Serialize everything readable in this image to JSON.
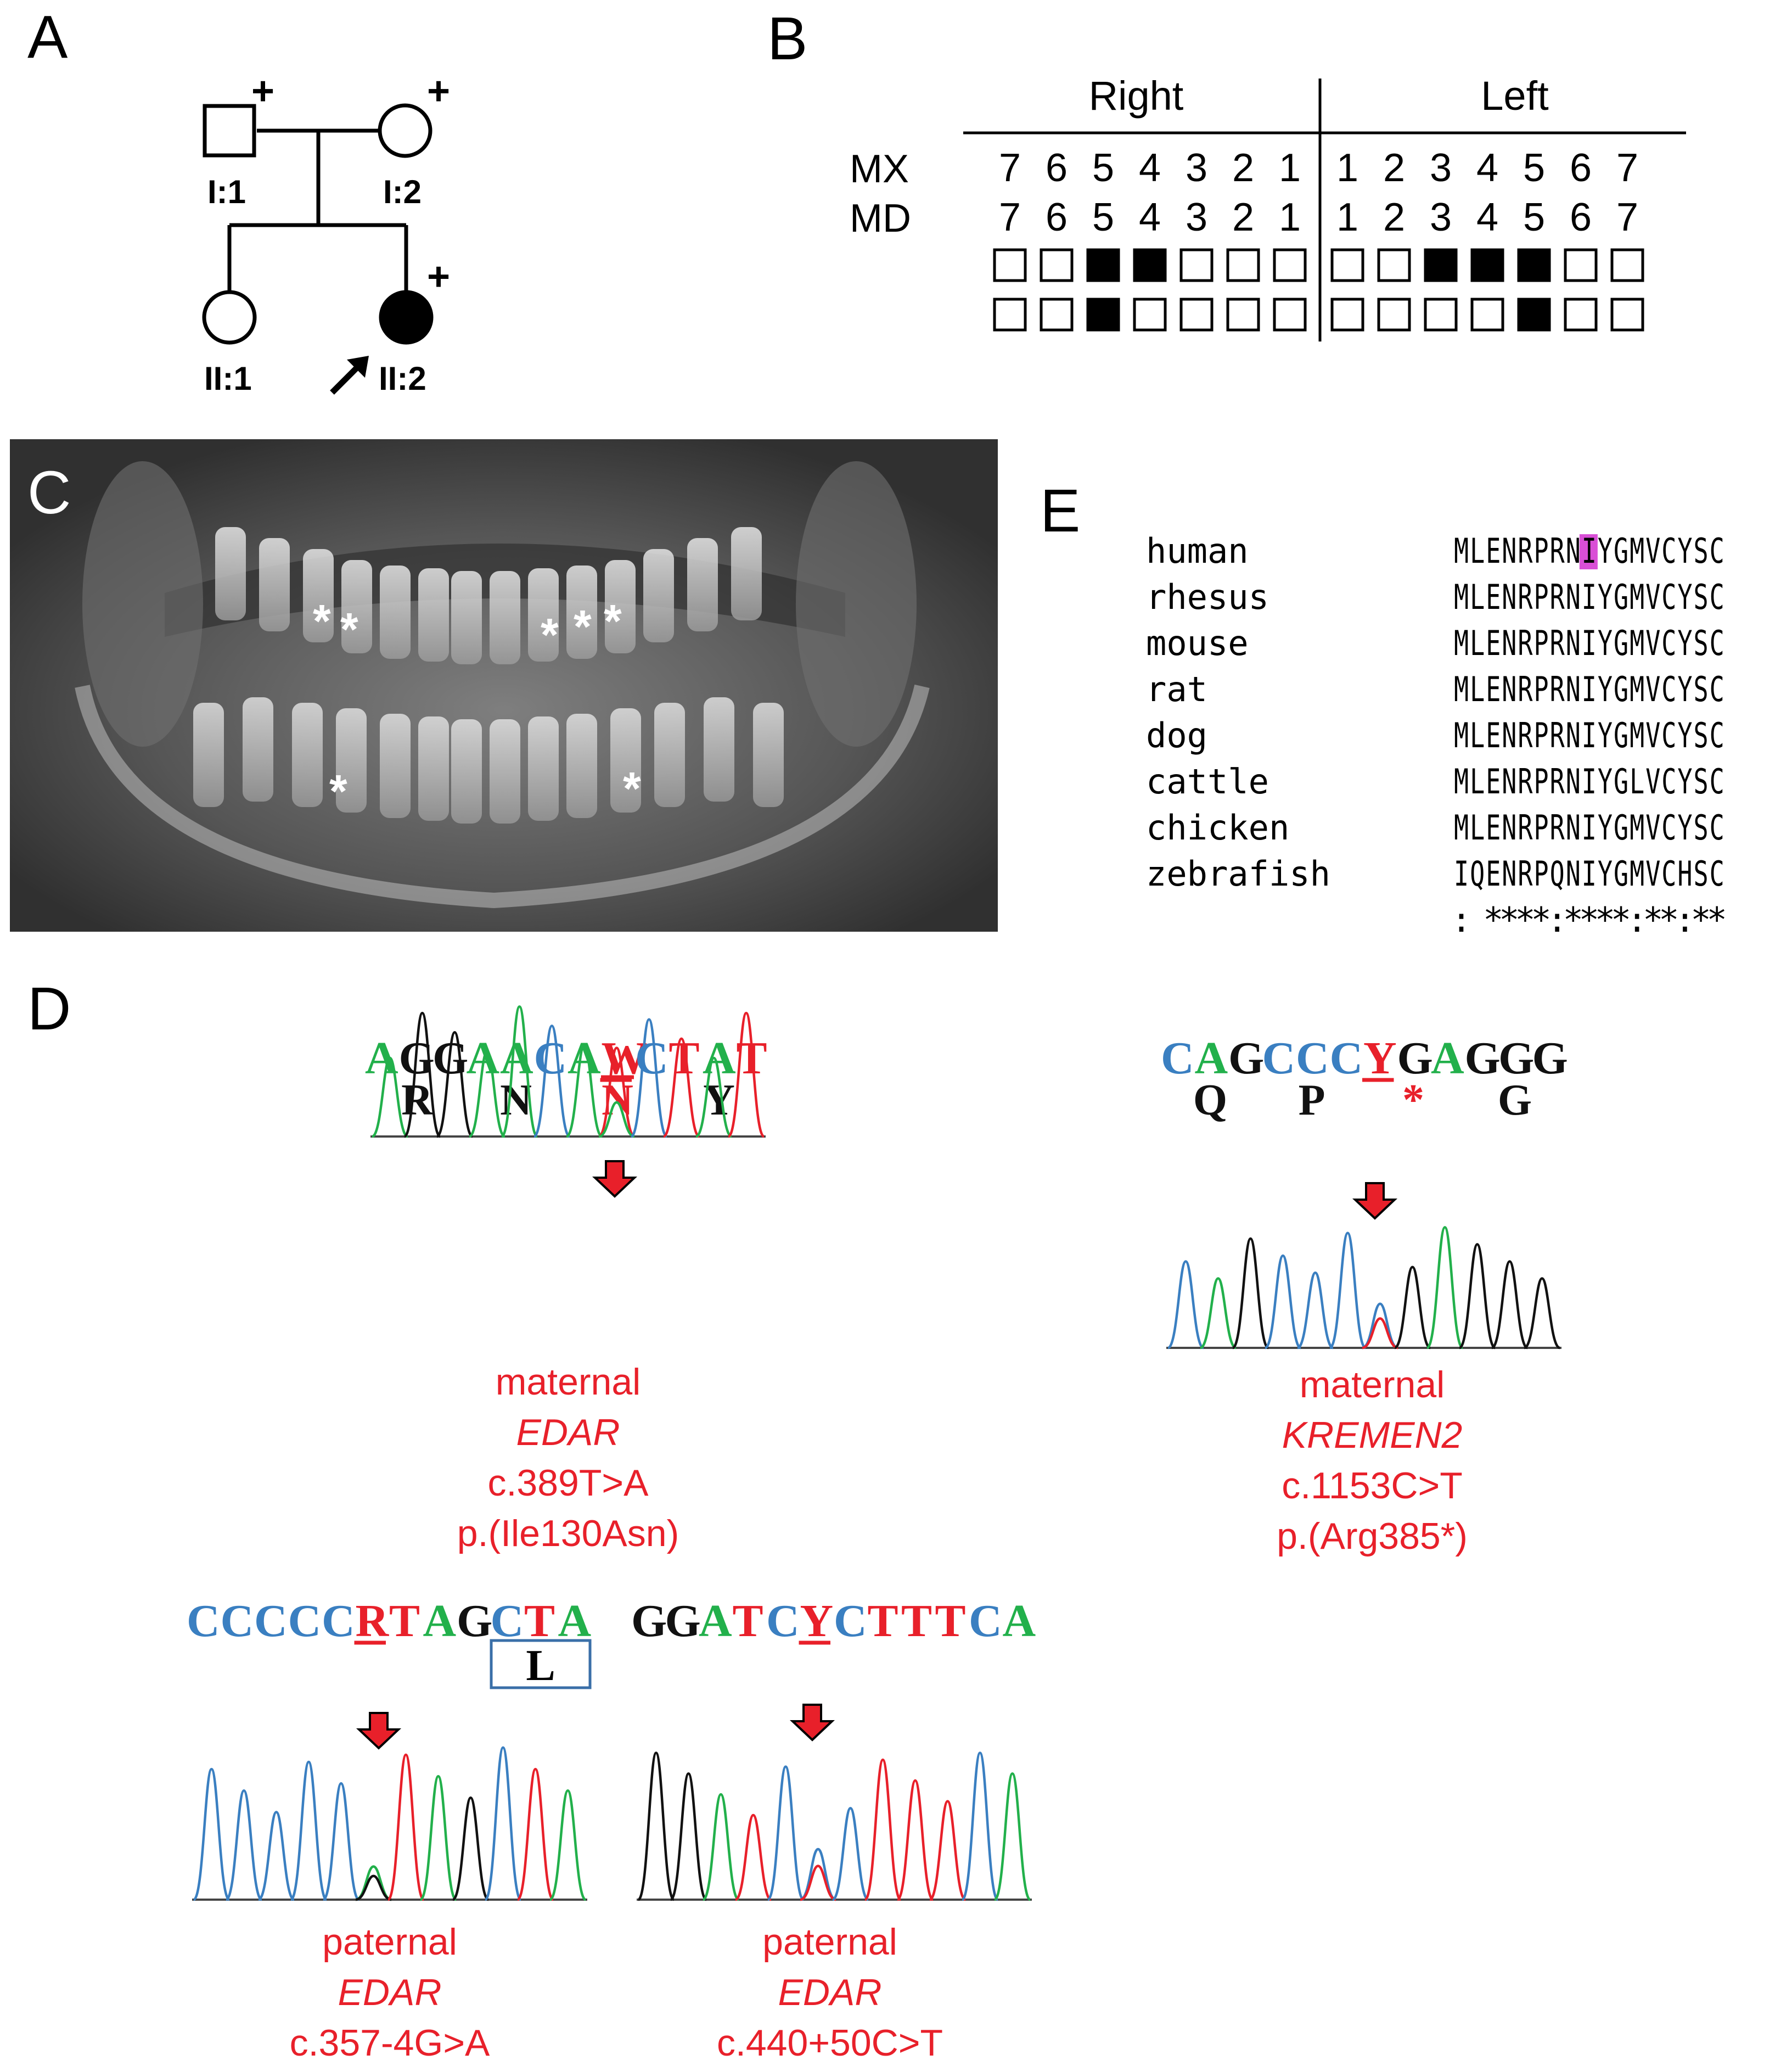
{
  "panel_letters": {
    "a": "A",
    "b": "B",
    "c": "C",
    "d": "D",
    "e": "E"
  },
  "pedigree": {
    "individuals": [
      {
        "id": "I:1",
        "sex": "male",
        "affected": false,
        "carrier_mark": "+"
      },
      {
        "id": "I:2",
        "sex": "female",
        "affected": false,
        "carrier_mark": "+"
      },
      {
        "id": "II:1",
        "sex": "female",
        "affected": false,
        "carrier_mark": ""
      },
      {
        "id": "II:2",
        "sex": "female",
        "affected": true,
        "carrier_mark": "+",
        "proband": true
      }
    ]
  },
  "tooth_chart": {
    "right_label": "Right",
    "left_label": "Left",
    "mx_label": "MX",
    "md_label": "MD",
    "right_numbers": [
      "7",
      "6",
      "5",
      "4",
      "3",
      "2",
      "1"
    ],
    "left_numbers": [
      "1",
      "2",
      "3",
      "4",
      "5",
      "6",
      "7"
    ],
    "mx_missing": [
      0,
      0,
      1,
      1,
      0,
      0,
      0,
      0,
      0,
      1,
      1,
      1,
      0,
      0
    ],
    "md_missing": [
      0,
      0,
      1,
      0,
      0,
      0,
      0,
      0,
      0,
      0,
      0,
      1,
      0,
      0
    ]
  },
  "radiograph": {
    "markers": [
      "*",
      "*",
      "*",
      "*",
      "*",
      "*",
      "*"
    ]
  },
  "alignment": {
    "rows": [
      {
        "species": "human",
        "sequence": "MLENRPRNIYGMVCYSC",
        "highlight_index": 8
      },
      {
        "species": "rhesus",
        "sequence": "MLENRPRNIYGMVCYSC"
      },
      {
        "species": "mouse",
        "sequence": "MLENRPRNIYGMVCYSC"
      },
      {
        "species": "rat",
        "sequence": "MLENRPRNIYGMVCYSC"
      },
      {
        "species": "dog",
        "sequence": "MLENRPRNIYGMVCYSC"
      },
      {
        "species": "cattle",
        "sequence": "MLENRPRNIYGLVCYSC"
      },
      {
        "species": "chicken",
        "sequence": "MLENRPRNIYGMVCYSC"
      },
      {
        "species": "zebrafish",
        "sequence": "IQENRPQNIYGMVCHSC"
      }
    ],
    "consensus": ": ****:****:**:**",
    "highlight_color": "#d94fd6"
  },
  "base_colors": {
    "A": "#22b04b",
    "G": "#111111",
    "C": "#3a7fc1",
    "T": "#e8202a",
    "mut": "#e8202a"
  },
  "chromatograms": [
    {
      "sequence": "AGGAACAWCTAT",
      "mutant_index": 7,
      "aa": [
        "R",
        "N",
        "N",
        "Y"
      ],
      "aa_mutant_index": 2,
      "lines": [
        "maternal",
        "EDAR",
        "c.389T>A",
        "p.(Ile130Asn)"
      ]
    },
    {
      "sequence": "CAGCCCYGAGGG",
      "mutant_index": 6,
      "aa": [
        "Q",
        "P",
        "*",
        "G"
      ],
      "aa_mutant_index": 2,
      "lines": [
        "maternal",
        "KREMEN2",
        "c.1153C>T",
        "p.(Arg385*)"
      ]
    },
    {
      "sequence": "CCCCCRTAGCTA",
      "mutant_index": 5,
      "boxed_aa": "L",
      "lines": [
        "paternal",
        "EDAR",
        "c.357-4G>A"
      ]
    },
    {
      "sequence": "GGATCYCTTTCA",
      "mutant_index": 5,
      "lines": [
        "paternal",
        "EDAR",
        "c.440+50C>T"
      ]
    }
  ]
}
